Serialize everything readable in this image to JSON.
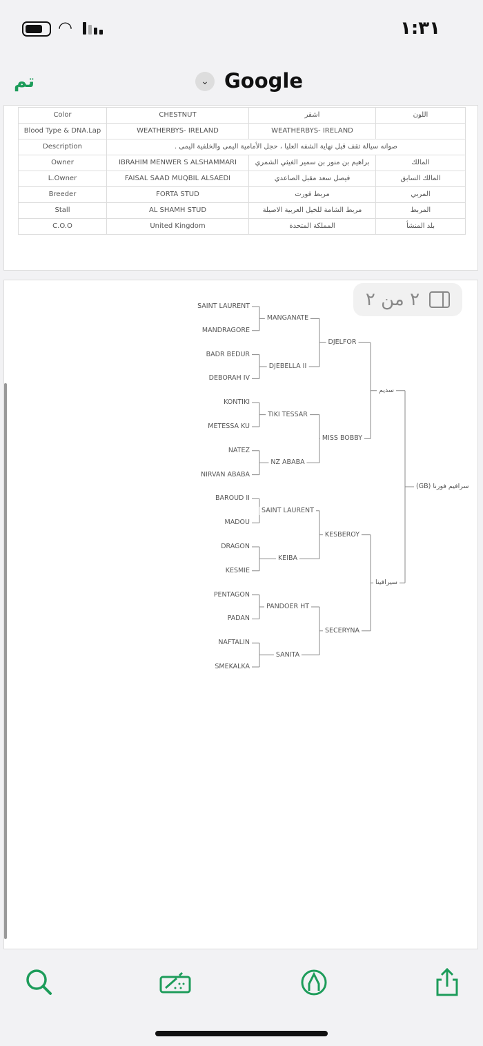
{
  "status_bar": {
    "time": "١:٣١"
  },
  "nav": {
    "done_label": "تم",
    "title": "Google"
  },
  "page_indicator": "٢ من ٢",
  "info_table": [
    [
      "Color",
      "CHESTNUT",
      "اشقر",
      "اللون"
    ],
    [
      "Blood Type & DNA.Lap",
      "WEATHERBYS- IRELAND",
      "WEATHERBYS- IRELAND",
      ""
    ],
    [
      "Description",
      "صوانه سيالة تقف قبل نهاية الشفه العليا ، حجل الأمامية اليمى والخلفية اليمى .",
      "",
      ""
    ],
    [
      "Owner",
      "IBRAHIM MENWER S ALSHAMMARI",
      "براهيم بن منور بن سمير الغيثي الشمري",
      "المالك"
    ],
    [
      "L.Owner",
      "FAISAL SAAD MUQBIL ALSAEDI",
      "فيصل سعد مقبل الصاعدي",
      "المالك السابق"
    ],
    [
      "Breeder",
      "FORTA STUD",
      "مربط فورت",
      "المربي"
    ],
    [
      "Stall",
      "AL SHAMH STUD",
      "مربط الشامة للخيل العربية الاصيلة",
      "المربط"
    ],
    [
      "C.O.O",
      "United Kingdom",
      "المملكة المتحدة",
      "بلد المنشأ"
    ]
  ],
  "pedigree": {
    "root": "(GB) سرافيم فورنا",
    "gen1": [
      "سديم",
      "سيرافينا"
    ],
    "gen2": [
      "DJELFOR",
      "MISS BOBBY",
      "KESBEROY",
      "SECERYNA"
    ],
    "gen3": [
      "MANGANATE",
      "DJEBELLA II",
      "TIKI TESSAR",
      "NZ ABABA",
      "SAINT LAURENT",
      "KEIBA",
      "PANDOER HT",
      "SANITA"
    ],
    "gen4": [
      "SAINT LAURENT",
      "MANDRAGORE",
      "BADR BEDUR",
      "DEBORAH IV",
      "KONTIKI",
      "METESSA KU",
      "NATEZ",
      "NIRVAN ABABA",
      "BAROUD II",
      "MADOU",
      "DRAGON",
      "KESMIE",
      "PENTAGON",
      "PADAN",
      "NAFTALIN",
      "SMEKALKA"
    ]
  },
  "colors": {
    "accent": "#1d9c5a"
  }
}
